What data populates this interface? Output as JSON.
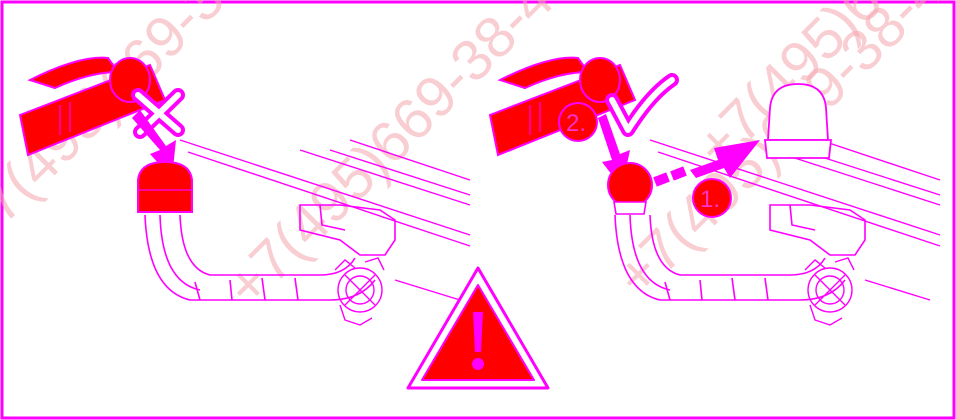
{
  "watermark": {
    "text": "+7(495)669-38-48"
  },
  "right_panel": {
    "step_one": "1.",
    "step_two": "2."
  },
  "colors": {
    "line": "#ff00ff",
    "red": "#ff0000",
    "watermark": "#f4a7ae",
    "background": "#ffffff"
  },
  "icons": {
    "wrong": "cross-mark-icon",
    "correct": "check-mark-icon",
    "warning": "warning-triangle-icon"
  }
}
